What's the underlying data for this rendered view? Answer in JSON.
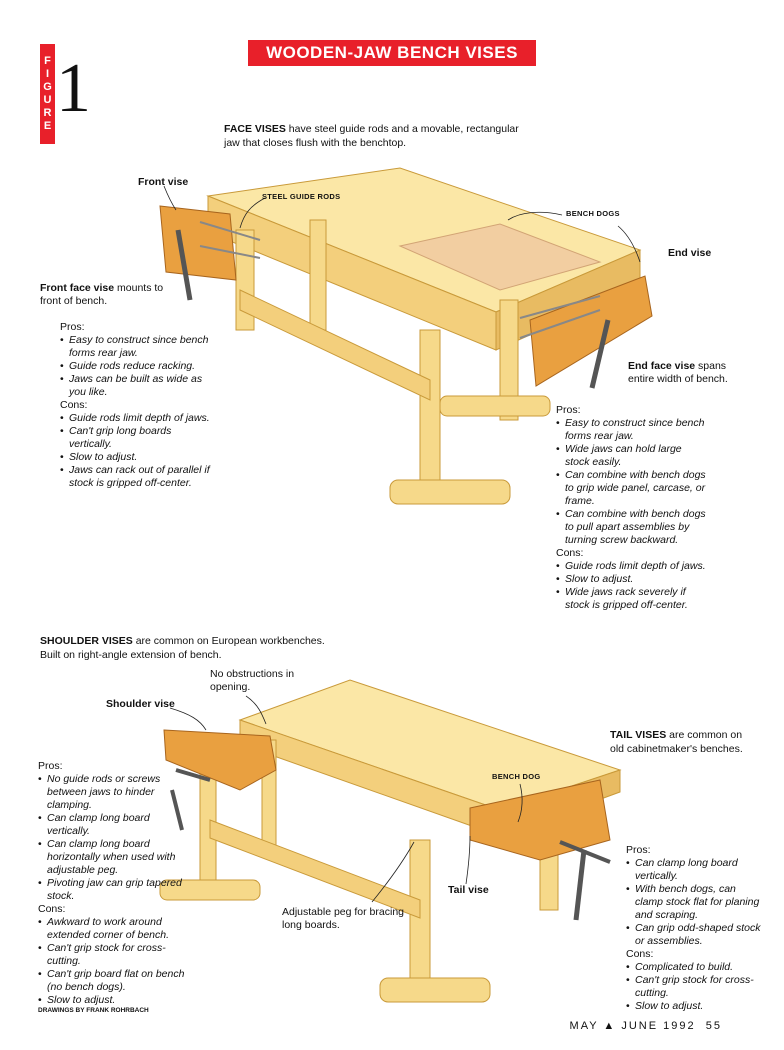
{
  "title": "WOODEN-JAW BENCH VISES",
  "figure_word": "FIGURE",
  "figure_number": "1",
  "face_vises": {
    "intro_bold": "FACE VISES",
    "intro_text": " have steel guide rods and a movable, rectangular jaw that closes flush with the benchtop."
  },
  "labels": {
    "front_vise": "Front vise",
    "steel_guide_rods": "STEEL GUIDE RODS",
    "bench_dogs": "BENCH DOGS",
    "end_vise": "End vise",
    "shoulder_vise": "Shoulder vise",
    "no_obstructions": "No obstructions in opening.",
    "bench_dog": "BENCH DOG",
    "tail_vise": "Tail vise",
    "adjustable_peg": "Adjustable peg for bracing long boards."
  },
  "front_face": {
    "bold": "Front face vise",
    "text": " mounts to front of bench.",
    "pros_heading": "Pros:",
    "pros": [
      "Easy to construct since bench forms rear jaw.",
      "Guide rods reduce racking.",
      "Jaws can be built as wide as you like."
    ],
    "cons_heading": "Cons:",
    "cons": [
      "Guide rods limit depth of jaws.",
      "Can't grip long boards vertically.",
      "Slow to adjust.",
      "Jaws can rack out of parallel if stock is gripped off-center."
    ]
  },
  "end_face": {
    "bold": "End face vise",
    "text": " spans entire width of bench.",
    "pros_heading": "Pros:",
    "pros": [
      "Easy to construct since bench forms rear jaw.",
      "Wide jaws can hold large stock easily.",
      "Can combine with bench dogs to grip wide panel, carcase, or frame.",
      "Can combine with bench dogs to pull apart assemblies by turning screw backward."
    ],
    "cons_heading": "Cons:",
    "cons": [
      "Guide rods limit depth of jaws.",
      "Slow to adjust.",
      "Wide jaws rack severely if stock is gripped off-center."
    ]
  },
  "shoulder_vises": {
    "intro_bold": "SHOULDER VISES",
    "intro_text": " are common on European workbenches. Built on right-angle extension of bench.",
    "pros_heading": "Pros:",
    "pros": [
      "No guide rods or screws between jaws to hinder clamping.",
      "Can clamp long board vertically.",
      "Can clamp long board horizontally when used with adjustable peg.",
      "Pivoting jaw can grip tapered stock."
    ],
    "cons_heading": "Cons:",
    "cons": [
      "Awkward to work around extended corner of bench.",
      "Can't grip stock for cross-cutting.",
      "Can't grip board flat on bench (no bench dogs).",
      "Slow to adjust."
    ]
  },
  "tail_vises": {
    "intro_bold": "TAIL VISES",
    "intro_text": " are common on old cabinetmaker's benches.",
    "pros_heading": "Pros:",
    "pros": [
      "Can clamp long board vertically.",
      "With bench dogs, can clamp stock flat for planing and scraping.",
      "Can grip odd-shaped stock or assemblies."
    ],
    "cons_heading": "Cons:",
    "cons": [
      "Complicated to build.",
      "Can't grip stock for cross-cutting.",
      "Slow to adjust."
    ]
  },
  "credit": "DRAWINGS BY FRANK ROHRBACH",
  "footer": {
    "issue": "MAY ▲ JUNE 1992",
    "page": "55"
  },
  "colors": {
    "accent_red": "#e8202a",
    "bench_wood": "#f6d98a",
    "vise_wood": "#e9a040"
  }
}
